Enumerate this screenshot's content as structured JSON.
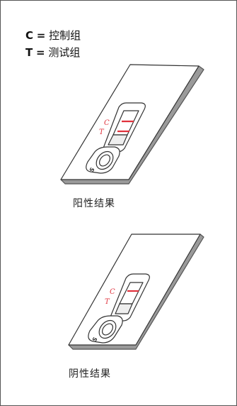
{
  "legend": {
    "control_key": "C",
    "control_eq": "=",
    "control_text": "控制组",
    "test_key": "T",
    "test_eq": "=",
    "test_text": "测试组"
  },
  "cassettes": [
    {
      "c_label": "C",
      "t_label": "T",
      "sample_label": "S",
      "caption": "阳性结果",
      "lines_visible": [
        "C",
        "T"
      ]
    },
    {
      "c_label": "C",
      "t_label": "T",
      "sample_label": "S",
      "caption": "阴性结果",
      "lines_visible": [
        "C"
      ]
    }
  ],
  "colors": {
    "outline": "#333333",
    "shadow": "#9a9a9a",
    "line_red": "#e0323c"
  }
}
